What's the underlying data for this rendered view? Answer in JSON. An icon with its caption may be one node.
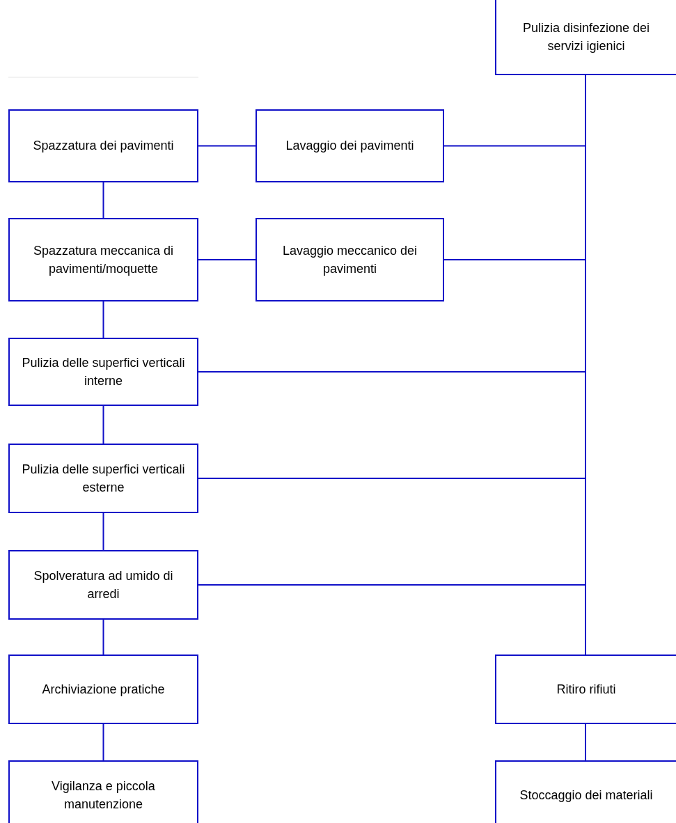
{
  "diagram": {
    "nodes": [
      {
        "text": [
          "Pulizia disinfezione dei servizi igienici"
        ]
      },
      {
        "text": [
          "Spazzatura dei pavimenti"
        ]
      },
      {
        "text": [
          "Lavaggio dei pavimenti"
        ]
      },
      {
        "text": [
          "Spazzatura meccanica di pavimenti/moquette"
        ]
      },
      {
        "text": [
          "Lavaggio meccanico dei pavimenti"
        ]
      },
      {
        "text": [
          "Pulizia delle superfici verticali interne"
        ]
      },
      {
        "text": [
          "Pulizia delle superfici verticali esterne"
        ]
      },
      {
        "text": [
          "Spolveratura ad umido di arredi"
        ]
      },
      {
        "text": [
          "Archiviazione pratiche"
        ]
      },
      {
        "text": [
          "Ritiro rifiuti"
        ]
      },
      {
        "text": [
          "Vigilanza e piccola manutenzione"
        ]
      },
      {
        "text": [
          "Stoccaggio dei materiali"
        ]
      }
    ],
    "edges": [
      {
        "from": 1,
        "to": 2,
        "arrow": "none"
      },
      {
        "from": 2,
        "to": 0,
        "arrow": "none"
      },
      {
        "from": 1,
        "to": 3,
        "arrow": "none"
      },
      {
        "from": 3,
        "to": 4,
        "arrow": "none"
      },
      {
        "from": 4,
        "to": 0,
        "arrow": "none"
      },
      {
        "from": 3,
        "to": 5,
        "arrow": "none"
      },
      {
        "from": 5,
        "to": 0,
        "arrow": "none"
      },
      {
        "from": 5,
        "to": 6,
        "arrow": "none"
      },
      {
        "from": 6,
        "to": 0,
        "arrow": "none"
      },
      {
        "from": 6,
        "to": 7,
        "arrow": "none"
      },
      {
        "from": 7,
        "to": 0,
        "arrow": "none"
      },
      {
        "from": 7,
        "to": 8,
        "arrow": "none"
      },
      {
        "from": 0,
        "to": 9,
        "arrow": "none"
      },
      {
        "from": 8,
        "to": 10,
        "arrow": "none"
      },
      {
        "from": 9,
        "to": 11,
        "arrow": "none"
      }
    ]
  }
}
